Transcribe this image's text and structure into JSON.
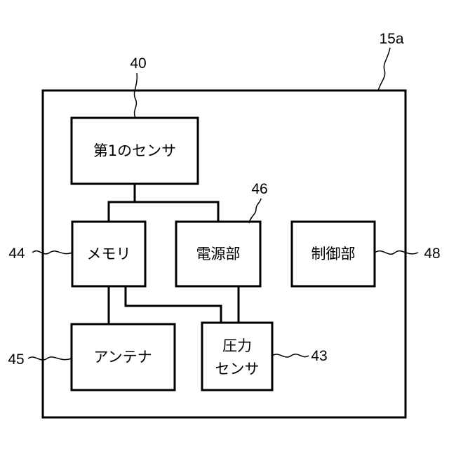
{
  "diagram": {
    "outer_ref": "15a",
    "blocks": {
      "sensor1": {
        "ref": "40",
        "label": "第1のセンサ"
      },
      "memory": {
        "ref": "44",
        "label": "メモリ"
      },
      "power": {
        "ref": "46",
        "label": "電源部"
      },
      "control": {
        "ref": "48",
        "label": "制御部"
      },
      "antenna": {
        "ref": "45",
        "label": "アンテナ"
      },
      "pressure": {
        "ref": "43",
        "label_line1": "圧力",
        "label_line2": "センサ"
      }
    }
  }
}
